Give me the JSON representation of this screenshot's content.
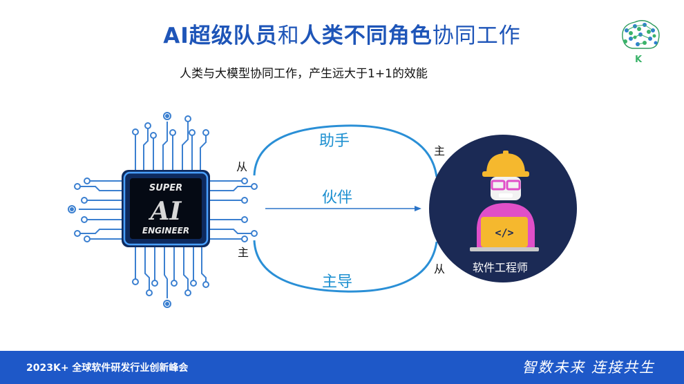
{
  "title": {
    "part1": "AI超级队员",
    "part2": "和",
    "part3": "人类不同角色",
    "part4": "协同工作"
  },
  "subtitle": "人类与大模型协同工作，产生远大于1+1的效能",
  "chip": {
    "line1": "SUPER",
    "line2": "AI",
    "line3": "ENGINEER"
  },
  "relations": {
    "top": "助手",
    "middle": "伙伴",
    "bottom": "主导"
  },
  "markers": {
    "left_top": "从",
    "left_bottom": "主",
    "right_top": "主",
    "right_bottom": "从"
  },
  "engineer_label": "软件工程师",
  "logo_letter": "K",
  "footer": {
    "event": "2023K+ 全球软件研发行业创新峰会",
    "slogan": "智数未来  连接共生"
  },
  "colors": {
    "title_blue": "#1e55b8",
    "arc_blue": "#2a8fd6",
    "footer_blue": "#1e58c8",
    "engineer_circle": "#1b2a55",
    "shirt_pink": "#e04fc8",
    "helmet_yellow": "#f5b82e"
  }
}
